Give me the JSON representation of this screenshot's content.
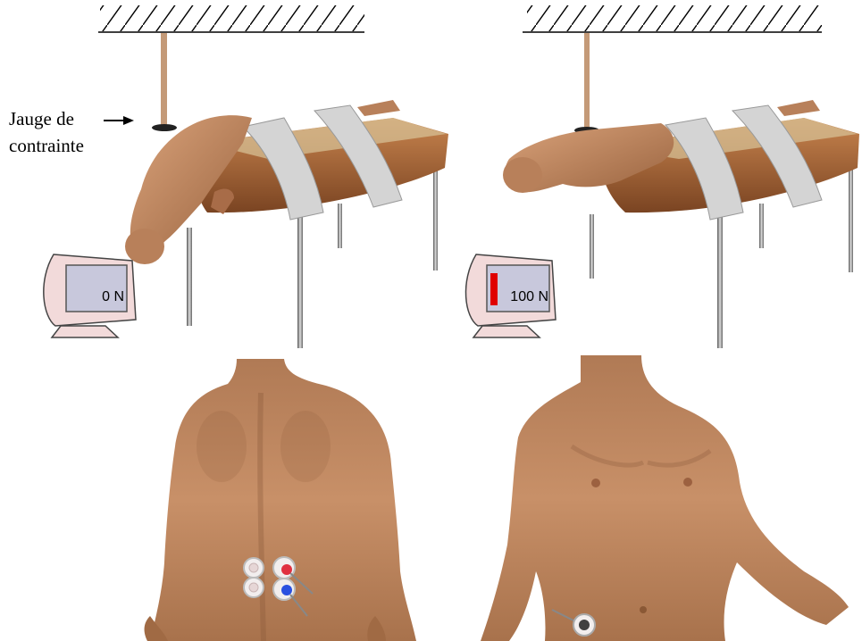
{
  "annotation": {
    "line1": "Jauge de",
    "line2": "contrainte"
  },
  "monitors": [
    {
      "reading": "0 N",
      "bar_fraction": 0.0
    },
    {
      "reading": "100 N",
      "bar_fraction": 1.0
    }
  ],
  "colors": {
    "skin": "#c9926a",
    "skin_dark": "#8a5a3a",
    "table_wood": "#a8683e",
    "table_top": "#d9c49a",
    "strap": "#d4d4d4",
    "rod": "#c49a78",
    "monitor_case": "#f2dada",
    "monitor_screen": "#c8c8dc",
    "force_bar": "#e00000",
    "electrode_red": "#e03040",
    "electrode_blue": "#2a50e0",
    "electrode_ground": "#404040"
  }
}
